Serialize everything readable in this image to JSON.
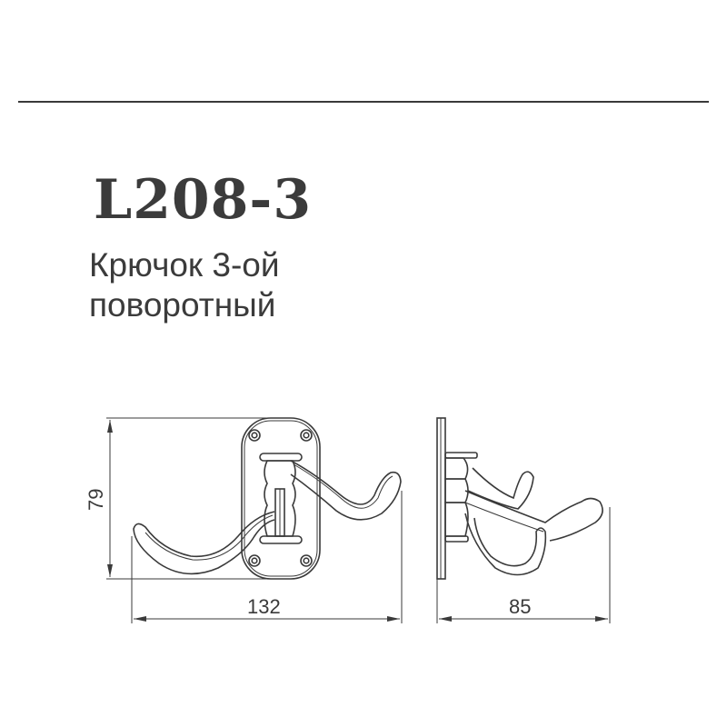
{
  "header": {
    "model": "L208-3",
    "description_line1": "Крючок 3-ой",
    "description_line2": "поворотный"
  },
  "front_view": {
    "height_label": "79",
    "width_label": "132"
  },
  "side_view": {
    "depth_label": "85"
  },
  "colors": {
    "line": "#3a3a3a",
    "background": "#ffffff"
  }
}
